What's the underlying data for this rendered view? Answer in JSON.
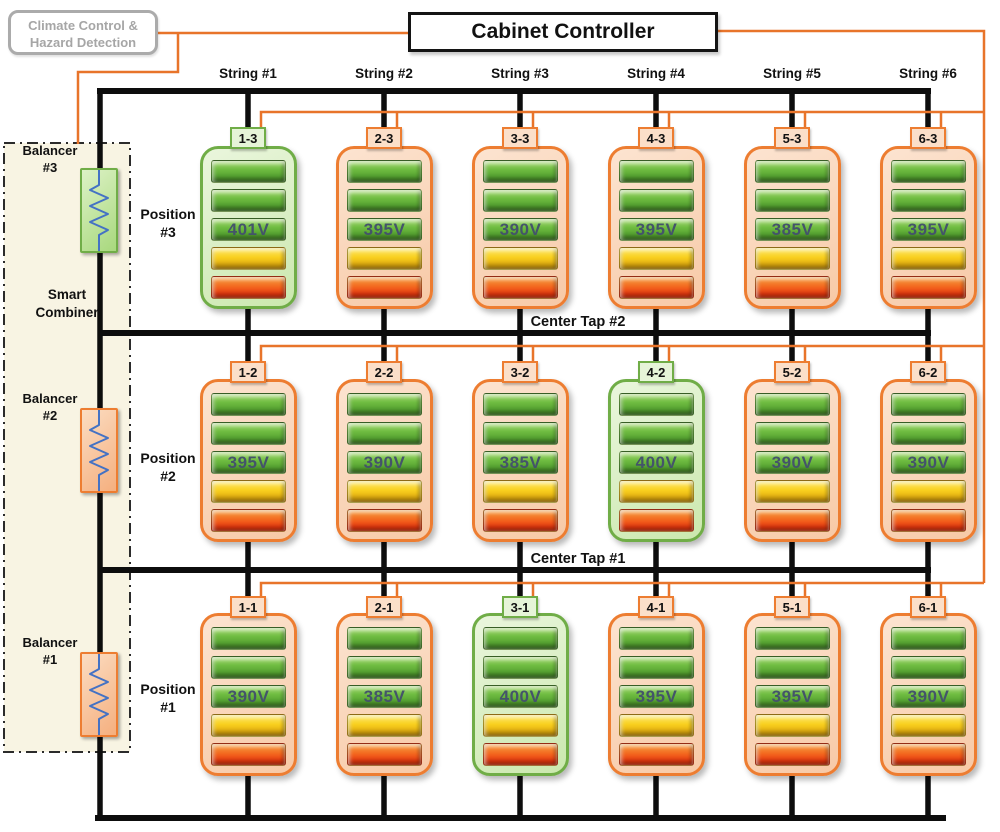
{
  "header": {
    "climate_box": {
      "line1": "Climate Control &",
      "line2": "Hazard Detection"
    },
    "controller_label": "Cabinet Controller"
  },
  "strings": [
    "String #1",
    "String #2",
    "String #3",
    "String #4",
    "String #5",
    "String #6"
  ],
  "center_taps": [
    "Center Tap #2",
    "Center Tap #1"
  ],
  "positions": [
    {
      "line1": "Position",
      "line2": "#3"
    },
    {
      "line1": "Position",
      "line2": "#2"
    },
    {
      "line1": "Position",
      "line2": "#1"
    }
  ],
  "combiner": {
    "line1": "Smart",
    "line2": "Combiner",
    "balancers": [
      {
        "line1": "Balancer",
        "line2": "#3",
        "state": "green"
      },
      {
        "line1": "Balancer",
        "line2": "#2",
        "state": "orange"
      },
      {
        "line1": "Balancer",
        "line2": "#1",
        "state": "orange"
      }
    ]
  },
  "cells": [
    {
      "id": "1-3",
      "voltage": "401V",
      "highlight": true
    },
    {
      "id": "2-3",
      "voltage": "395V",
      "highlight": false
    },
    {
      "id": "3-3",
      "voltage": "390V",
      "highlight": false
    },
    {
      "id": "4-3",
      "voltage": "395V",
      "highlight": false
    },
    {
      "id": "5-3",
      "voltage": "385V",
      "highlight": false
    },
    {
      "id": "6-3",
      "voltage": "395V",
      "highlight": false
    },
    {
      "id": "1-2",
      "voltage": "395V",
      "highlight": false
    },
    {
      "id": "2-2",
      "voltage": "390V",
      "highlight": false
    },
    {
      "id": "3-2",
      "voltage": "385V",
      "highlight": false
    },
    {
      "id": "4-2",
      "voltage": "400V",
      "highlight": true
    },
    {
      "id": "5-2",
      "voltage": "390V",
      "highlight": false
    },
    {
      "id": "6-2",
      "voltage": "390V",
      "highlight": false
    },
    {
      "id": "1-1",
      "voltage": "390V",
      "highlight": false
    },
    {
      "id": "2-1",
      "voltage": "385V",
      "highlight": false
    },
    {
      "id": "3-1",
      "voltage": "400V",
      "highlight": true
    },
    {
      "id": "4-1",
      "voltage": "395V",
      "highlight": false
    },
    {
      "id": "5-1",
      "voltage": "395V",
      "highlight": false
    },
    {
      "id": "6-1",
      "voltage": "390V",
      "highlight": false
    }
  ],
  "colors": {
    "wire_orange": "#E8742A",
    "wire_black": "#0D0D0D",
    "cell_orange": "#ED7D31",
    "cell_green": "#70AD47",
    "voltage_text": "#44546A",
    "combiner_fill": "#F8F4E3",
    "zigzag_blue": "#4472C4"
  }
}
